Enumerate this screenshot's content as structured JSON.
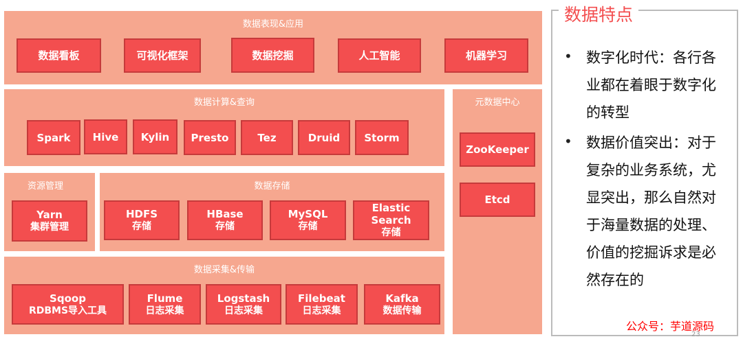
{
  "layers": {
    "app": {
      "title": "数据表现&应用",
      "items": [
        "数据看板",
        "可视化框架",
        "数据挖掘",
        "人工智能",
        "机器学习"
      ]
    },
    "compute": {
      "title": "数据计算&查询",
      "items": [
        "Spark",
        "Hive",
        "Kylin",
        "Presto",
        "Tez",
        "Druid",
        "Storm"
      ]
    },
    "meta": {
      "title": "元数据中心",
      "items": [
        "ZooKeeper",
        "Etcd"
      ]
    },
    "resource": {
      "title": "资源管理",
      "items": [
        {
          "name": "Yarn",
          "sub": "集群管理"
        }
      ]
    },
    "storage": {
      "title": "数据存储",
      "items": [
        {
          "name": "HDFS",
          "sub": "存储"
        },
        {
          "name": "HBase",
          "sub": "存储"
        },
        {
          "name": "MySQL",
          "sub": "存储"
        },
        {
          "name": "Elastic Search",
          "sub": "存储"
        }
      ]
    },
    "collect": {
      "title": "数据采集&传输",
      "items": [
        {
          "name": "Sqoop",
          "sub": "RDBMS导入工具"
        },
        {
          "name": "Flume",
          "sub": "日志采集"
        },
        {
          "name": "Logstash",
          "sub": "日志采集"
        },
        {
          "name": "Filebeat",
          "sub": "日志采集"
        },
        {
          "name": "Kafka",
          "sub": "数据传输"
        }
      ]
    }
  },
  "side": {
    "title": "数据特点",
    "bullets": [
      {
        "lines": [
          "数字化时代：各行各",
          "业都在着眼于数字化",
          "的转型"
        ]
      },
      {
        "lines": [
          "数据价值突出：对于",
          "复杂的业务系统，尤",
          "显突出，那么自然对",
          "于海量数据的处理、",
          "价值的挖掘诉求是必",
          "然存在的"
        ]
      }
    ]
  },
  "watermark": "公众号：芋道源码",
  "page_number": "23",
  "colors": {
    "panel": "#f6a78f",
    "box": "#f34e4f",
    "accent": "#f34e4f"
  }
}
